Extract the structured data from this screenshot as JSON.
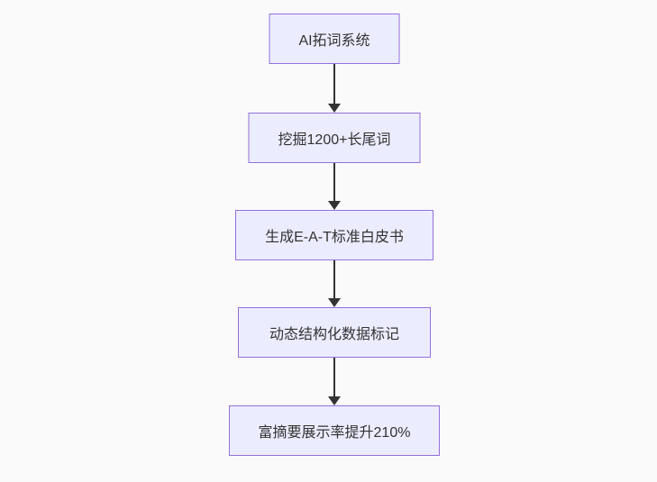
{
  "flowchart": {
    "direction": "top-down",
    "colors": {
      "node_fill": "#ECECFF",
      "node_border": "#9370DB",
      "node_text": "#333333",
      "arrow": "#333333",
      "background": "#fafafa"
    },
    "nodes": [
      {
        "label": "AI拓词系统"
      },
      {
        "label": "挖掘1200+长尾词"
      },
      {
        "label": "生成E-A-T标准白皮书"
      },
      {
        "label": "动态结构化数据标记"
      },
      {
        "label": "富摘要展示率提升210%"
      }
    ],
    "edges": [
      {
        "from": 0,
        "to": 1
      },
      {
        "from": 1,
        "to": 2
      },
      {
        "from": 2,
        "to": 3
      },
      {
        "from": 3,
        "to": 4
      }
    ]
  }
}
